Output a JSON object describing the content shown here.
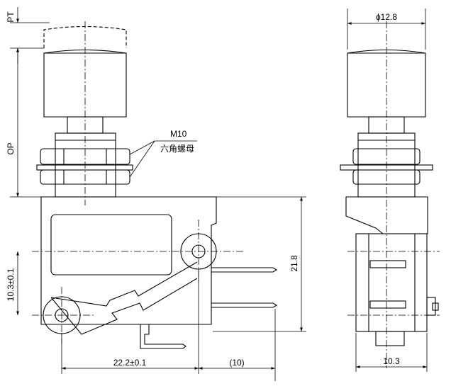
{
  "colors": {
    "stroke": "#000000",
    "background": "#ffffff",
    "body_fill": "#ffffff"
  },
  "labels": {
    "pt": "PT",
    "op": "OP",
    "thread_size": "M10",
    "nut_label": "六角螺母",
    "diameter": "ϕ12.8",
    "height": "21.8",
    "pivot_height": "10.3±0.1",
    "pivot_spacing": "22.2±0.1",
    "terminal_offset": "(10)",
    "width": "10.3"
  }
}
